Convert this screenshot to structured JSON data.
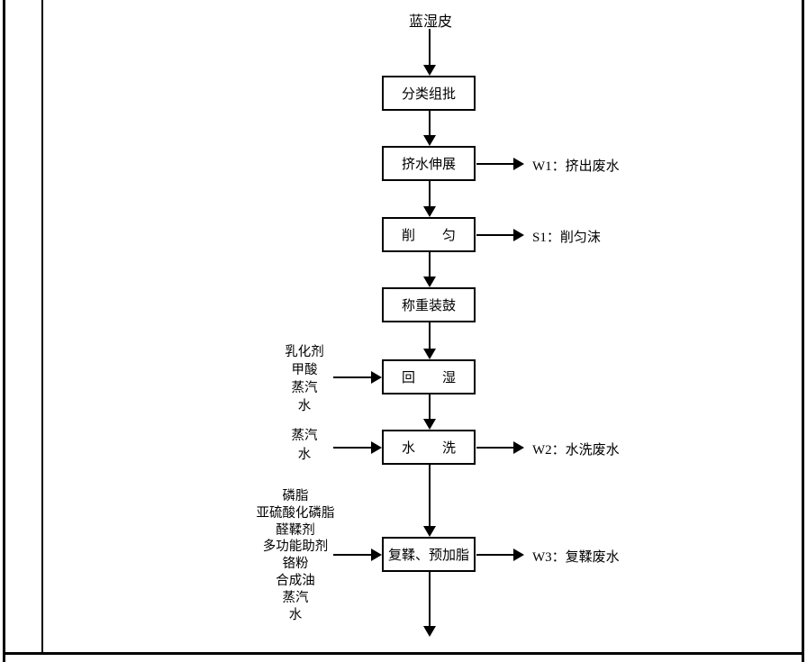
{
  "colors": {
    "ink": "#000000",
    "background": "#ffffff"
  },
  "flow": {
    "start_label": "蓝湿皮",
    "boxes": [
      {
        "label": "分类组批"
      },
      {
        "label": "挤水伸展"
      },
      {
        "label": "削　　匀"
      },
      {
        "label": "称重装鼓"
      },
      {
        "label": "回　　湿"
      },
      {
        "label": "水　　洗"
      },
      {
        "label": "复鞣、预加脂"
      }
    ],
    "outputs": [
      {
        "label": "W1：挤出废水"
      },
      {
        "label": "S1：削匀沫"
      },
      {
        "label": "W2：水洗废水"
      },
      {
        "label": "W3：复鞣废水"
      }
    ],
    "input_groups": [
      {
        "lines": [
          "乳化剂",
          "甲酸",
          "蒸汽",
          "水"
        ]
      },
      {
        "lines": [
          "蒸汽",
          "水"
        ]
      },
      {
        "lines": [
          "磷脂",
          "亚硫酸化磷脂",
          "醛鞣剂",
          "多功能助剂",
          "铬粉",
          "合成油",
          "蒸汽",
          "水"
        ]
      }
    ]
  }
}
